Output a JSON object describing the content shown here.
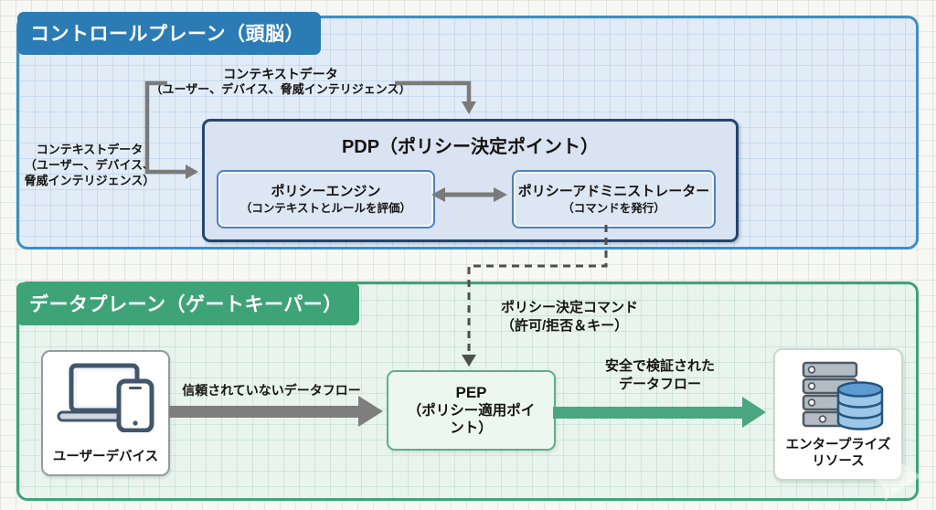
{
  "colors": {
    "blue_badge": "#2b7cb5",
    "blue_panel_border": "#3e8fc3",
    "blue_panel_fill": "#e1ecf6",
    "pdp_border": "#24466e",
    "pdp_fill": "#d9e3f1",
    "inner_border": "#4f81bd",
    "green_badge": "#3fa378",
    "green_panel_border": "#3fa378",
    "green_panel_fill": "#e9f4ee",
    "pep_border": "#5fae85",
    "pep_fill": "#edf7f1",
    "arrow_gray": "#7a7a7a",
    "arrow_green": "#4aa67e",
    "text": "#141414"
  },
  "control_plane": {
    "title": "コントロールプレーン（頭脳）",
    "context_label_top": {
      "line1": "コンテキストデータ",
      "line2": "（ユーザー、デバイス、脅威インテリジェンス）"
    },
    "context_label_left": {
      "line1": "コンテキストデータ",
      "line2": "（ユーザー、デバイス、",
      "line3": "脅威インテリジェンス）"
    },
    "pdp": {
      "title": "PDP（ポリシー決定ポイント）",
      "policy_engine": {
        "line1": "ポリシーエンジン",
        "line2": "（コンテキストとルールを評価）"
      },
      "policy_administrator": {
        "line1": "ポリシーアドミニストレーター",
        "line2": "（コマンドを発行）"
      }
    }
  },
  "data_plane": {
    "title": "データプレーン（ゲートキーパー）",
    "policy_command_label": {
      "line1": "ポリシー決定コマンド",
      "line2": "（許可/拒否＆キー）"
    },
    "user_device": {
      "label": "ユーザーデバイス",
      "icon": "laptop-phone-icon"
    },
    "untrusted_flow_label": "信頼されていないデータフロー",
    "pep": {
      "line1": "PEP",
      "line2": "（ポリシー適用ポイ",
      "line3": "ント）"
    },
    "trusted_flow_label": {
      "line1": "安全で検証された",
      "line2": "データフロー"
    },
    "enterprise_resource": {
      "line1": "エンタープライズ",
      "line2": "リソース",
      "icon": "server-database-icon"
    }
  }
}
